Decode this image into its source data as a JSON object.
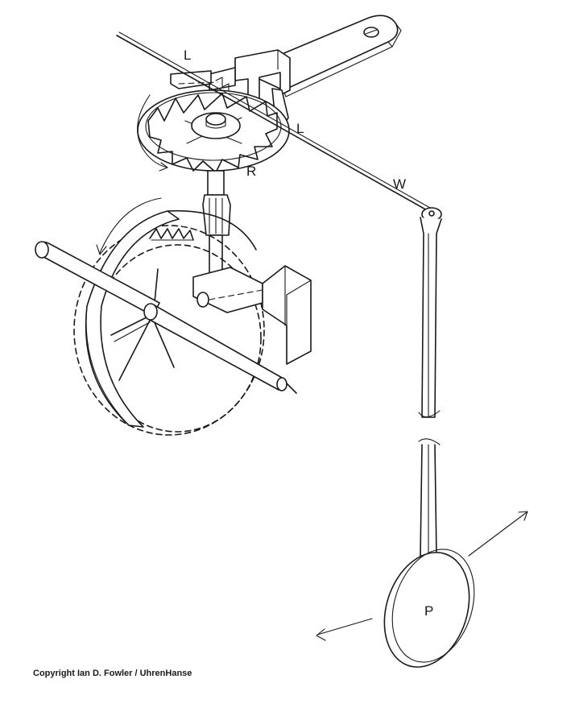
{
  "diagram": {
    "labels": {
      "L_top": "L",
      "L_right": "L",
      "R": "R",
      "W": "W",
      "P": "P"
    },
    "copyright": "Copyright Ian D. Fowler / UhrenHanse"
  }
}
